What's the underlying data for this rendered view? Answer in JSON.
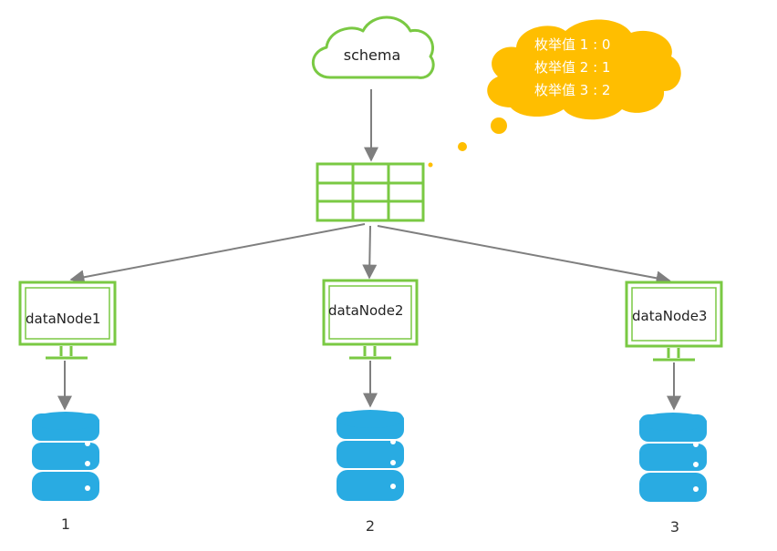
{
  "schema_label": "schema",
  "bubble_lines": [
    "枚举值 1 : 0",
    "枚举值 2 : 1",
    "枚举值 3 : 2"
  ],
  "nodes": [
    {
      "label": "dataNode1",
      "storage_label": "1"
    },
    {
      "label": "dataNode2",
      "storage_label": "2"
    },
    {
      "label": "dataNode3",
      "storage_label": "3"
    }
  ],
  "colors": {
    "green": "#7ac943",
    "arrow": "#7f7f7f",
    "bubble": "#ffbe00",
    "db_fill": "#29abe2",
    "db_stroke": "#ffffff"
  }
}
